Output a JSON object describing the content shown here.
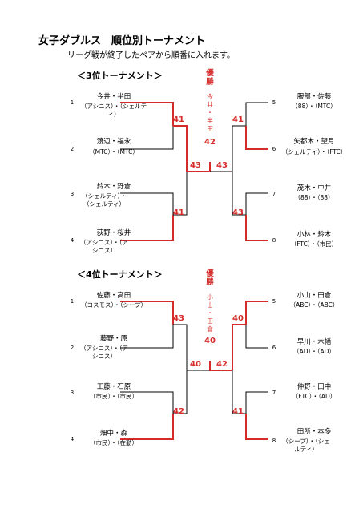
{
  "doc": {
    "title": "女子ダブルス　順位別トーナメント",
    "subtitle": "リーグ戦が終了したペアから順番に入れます。"
  },
  "t3": {
    "heading": "＜3位トーナメント＞",
    "champion_label": [
      "優",
      "勝"
    ],
    "winner_chars": [
      "今",
      "井",
      "・",
      "半",
      "田"
    ],
    "players": [
      {
        "num": "1",
        "name": "今井・半田",
        "team": "（アシニス）・（シェルティ）"
      },
      {
        "num": "2",
        "name": "渡辺・福永",
        "team": "（MTC）・（MTC）"
      },
      {
        "num": "3",
        "name": "鈴木・野倉",
        "team": "（シェルティ）・（シェルティ）"
      },
      {
        "num": "4",
        "name": "荻野・桜井",
        "team": "（アシニス）・（アシニス）"
      },
      {
        "num": "5",
        "name": "服部・佐藤",
        "team": "（88）・（MTC）"
      },
      {
        "num": "6",
        "name": "矢都木・望月",
        "team": "（シェルティ）・（FTC）"
      },
      {
        "num": "7",
        "name": "茂木・中井",
        "team": "（88）・（88）"
      },
      {
        "num": "8",
        "name": "小林・鈴木",
        "team": "（FTC）・（市民）"
      }
    ],
    "scores": {
      "r1a": "41",
      "r1b": "41",
      "r1c": "41",
      "r1d": "43",
      "sfl": "43",
      "sfr": "43",
      "final": "42"
    }
  },
  "t4": {
    "heading": "＜4位トーナメント＞",
    "champion_label": [
      "優",
      "勝"
    ],
    "winner_chars": [
      "小",
      "山",
      "・",
      "田",
      "倉"
    ],
    "players": [
      {
        "num": "1",
        "name": "佐藤・高田",
        "team": "（コスモス）・（シープ）"
      },
      {
        "num": "2",
        "name": "藤野・原",
        "team": "（アシニス）・（アシニス）"
      },
      {
        "num": "3",
        "name": "工藤・石原",
        "team": "（市民）・（市民）"
      },
      {
        "num": "4",
        "name": "畑中・森",
        "team": "（市民）・（在勤）"
      },
      {
        "num": "5",
        "name": "小山・田倉",
        "team": "（ABC）・（ABC）"
      },
      {
        "num": "6",
        "name": "早川・木幡",
        "team": "（AD）・（AD）"
      },
      {
        "num": "7",
        "name": "仲野・田中",
        "team": "（FTC）・（AD）"
      },
      {
        "num": "8",
        "name": "田所・本多",
        "team": "（シープ）・（シェルティ）"
      }
    ],
    "scores": {
      "r1a": "43",
      "r1b": "42",
      "r1c": "40",
      "r1d": "41",
      "sfl": "40",
      "sfr": "42",
      "final": "40"
    }
  },
  "colors": {
    "win": "#d62b2b",
    "line": "#000000"
  }
}
